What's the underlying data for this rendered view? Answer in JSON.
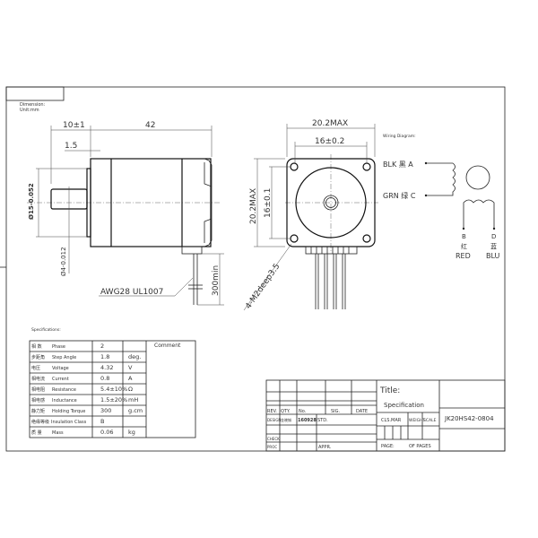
{
  "header": {
    "unit_note_1": "Dimension:",
    "unit_note_2": "Unit:mm"
  },
  "side_view": {
    "dim_shaft_length": "10±1",
    "dim_body_length": "42",
    "dim_flange": "1.5",
    "dim_flange_dia": "Ø15-0.052",
    "dim_shaft_dia": "Ø4-0.012",
    "dim_lead_length": "300min",
    "wire_spec": "AWG28  UL1007"
  },
  "front_view": {
    "dim_width_max": "20.2MAX",
    "dim_hole_spacing_h": "16±0.2",
    "dim_height_max": "20.2MAX",
    "dim_hole_spacing_v": "16±0.1",
    "dim_holes": "4-M2deep3.5"
  },
  "wiring": {
    "title": "Wiring Diagram:",
    "a_label": "BLK 黑 A",
    "c_label": "GRN 绿 C",
    "b_letter": "B",
    "b_cn": "红",
    "b_color": "RED",
    "d_letter": "D",
    "d_cn": "蓝",
    "d_color": "BLU"
  },
  "specs": {
    "title": "Specifications:",
    "comment_header": "Comment",
    "rows": [
      {
        "cn": "相  数",
        "en": "Phase",
        "value": "2",
        "unit": ""
      },
      {
        "cn": "步距角",
        "en": "Step Angle",
        "value": "1.8",
        "unit": "deg."
      },
      {
        "cn": "电压",
        "en": "Voltage",
        "value": "4.32",
        "unit": "V"
      },
      {
        "cn": "相电流",
        "en": "Current",
        "value": "0.8",
        "unit": "A"
      },
      {
        "cn": "相电阻",
        "en": "Resistance",
        "value": "5.4±10%",
        "unit": "Ω"
      },
      {
        "cn": "相电感",
        "en": "Inductance",
        "value": "1.5±20%",
        "unit": "mH"
      },
      {
        "cn": "静力矩",
        "en": "Holding Torque",
        "value": "300",
        "unit": "g.cm"
      },
      {
        "cn": "绝缘等级",
        "en": "Insulation Class",
        "value": "B",
        "unit": ""
      },
      {
        "cn": "质  量",
        "en": "Mass",
        "value": "0.06",
        "unit": "kg"
      }
    ]
  },
  "title_block": {
    "title_label": "Title:",
    "title_value": "Specification",
    "rev": "REV.",
    "qty": "QTY.",
    "no": "No.",
    "sig": "SIG.",
    "date": "DATE",
    "design": "DESIGN",
    "designer": "金晓铖",
    "design_date": "160928",
    "std": "STD.",
    "check": "CHECK",
    "proc": "PROC",
    "appr": "APPR.",
    "cls_mar": "CLS.MAR",
    "weight": "WEIGHT",
    "scale": "SCALE",
    "page": "PAGE:",
    "of_pages": "OF   PAGES",
    "part_number": "JK20HS42-0804"
  }
}
